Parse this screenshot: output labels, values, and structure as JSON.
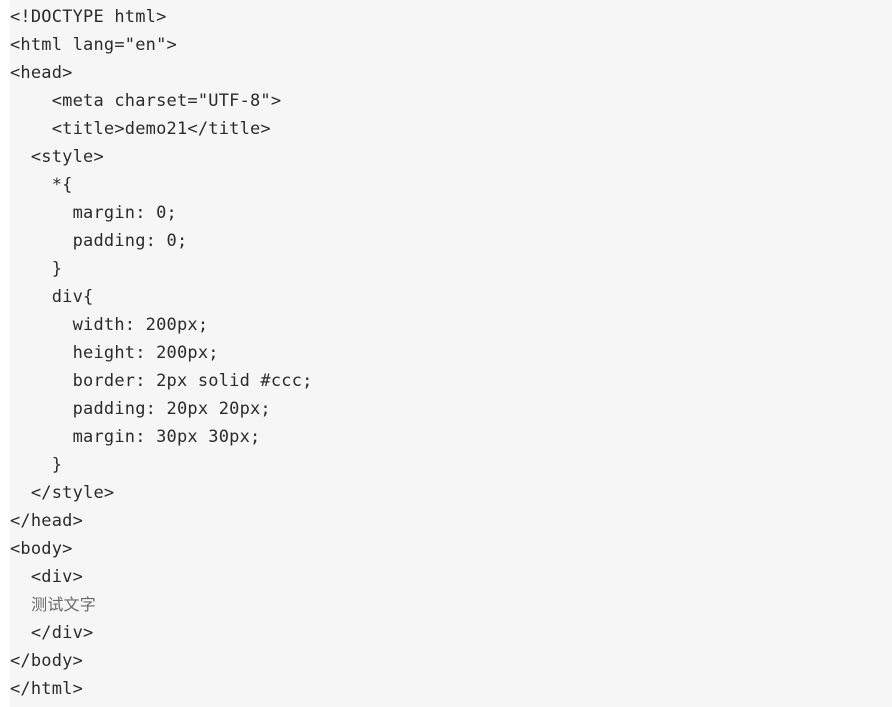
{
  "code": {
    "lines": [
      "<!DOCTYPE html>",
      "<html lang=\"en\">",
      "<head>",
      "    <meta charset=\"UTF-8\">",
      "    <title>demo21</title>",
      "  <style>",
      "    *{",
      "      margin: 0;",
      "      padding: 0;",
      "    }",
      "    div{",
      "      width: 200px;",
      "      height: 200px;",
      "      border: 2px solid #ccc;",
      "      padding: 20px 20px;",
      "      margin: 30px 30px;",
      "    }",
      "  </style>",
      "</head>",
      "<body>",
      "  <div>",
      "    测试文字",
      "  </div>",
      "</body>",
      "</html>"
    ]
  }
}
